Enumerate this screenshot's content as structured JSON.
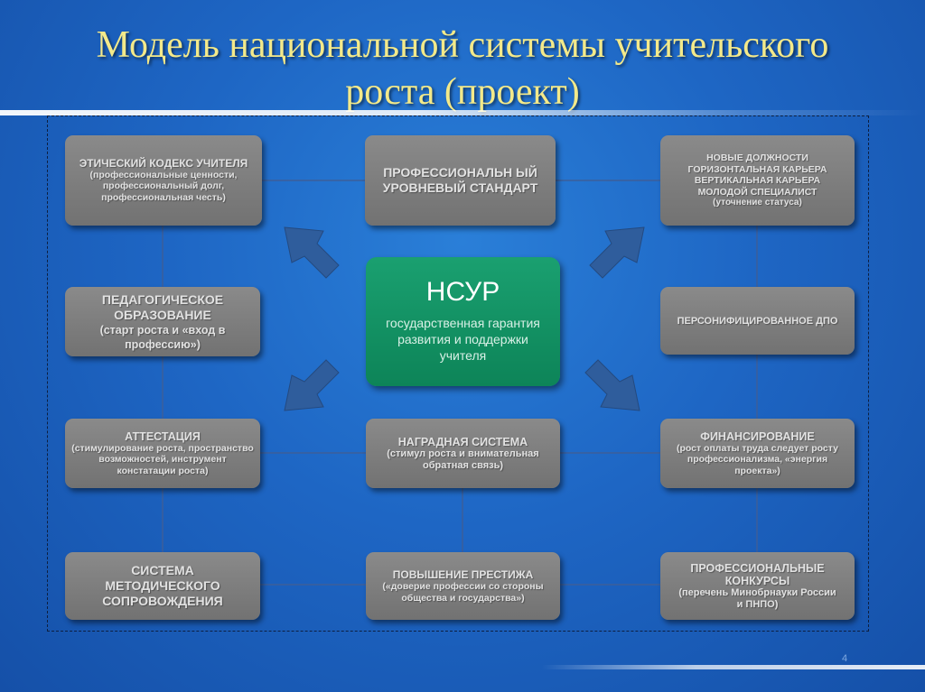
{
  "title": {
    "line1": "Модель национальной системы учительского",
    "line2": "роста (проект)"
  },
  "page_number": "4",
  "center": {
    "abbr": "НСУР",
    "description": "государственная гарантия развития и поддержки учителя"
  },
  "boxes": {
    "ethics": {
      "heading": "ЭТИЧЕСКИЙ КОДЕКС УЧИТЕЛЯ",
      "sub": "(профессиональные ценности, профессиональный долг, профессиональная честь)"
    },
    "standard": {
      "heading": "ПРОФЕССИОНАЛЬН ЫЙ УРОВНЕВЫЙ СТАНДАРТ",
      "sub": ""
    },
    "positions": {
      "heading": "НОВЫЕ ДОЛЖНОСТИ ГОРИЗОНТАЛЬНАЯ КАРЬЕРА ВЕРТИКАЛЬНАЯ КАРЬЕРА МОЛОДОЙ СПЕЦИАЛИСТ",
      "sub": "(уточнение статуса)"
    },
    "education": {
      "heading": "ПЕДАГОГИЧЕСКОЕ ОБРАЗОВАНИЕ",
      "sub": "(старт роста и «вход в профессию»)"
    },
    "dpo": {
      "heading": "ПЕРСОНИФИЦИРОВАННОЕ ДПО",
      "sub": ""
    },
    "attestation": {
      "heading": "АТТЕСТАЦИЯ",
      "sub": "(стимулирование роста, пространство возможностей, инструмент констатации роста)"
    },
    "award": {
      "heading": "НАГРАДНАЯ СИСТЕМА",
      "sub": "(стимул роста и внимательная обратная связь)"
    },
    "financing": {
      "heading": "ФИНАНСИРОВАНИЕ",
      "sub": "(рост оплаты труда следует росту профессионализма, «энергия проекта»)"
    },
    "method": {
      "heading": "СИСТЕМА МЕТОДИЧЕСКОГО СОПРОВОЖДЕНИЯ",
      "sub": ""
    },
    "prestige": {
      "heading": "ПОВЫШЕНИЕ ПРЕСТИЖА",
      "sub": "(«доверие профессии со стороны общества и государства»)"
    },
    "contests": {
      "heading": "ПРОФЕССИОНАЛЬНЫЕ КОНКУРСЫ",
      "sub": "(перечень Минобрнауки России и ПНПО)"
    }
  },
  "colors": {
    "background": "#1e66c4",
    "title": "#f3e98a",
    "box": "#7d7d7d",
    "center": "#119066",
    "arrow": "#2a5a9e"
  }
}
